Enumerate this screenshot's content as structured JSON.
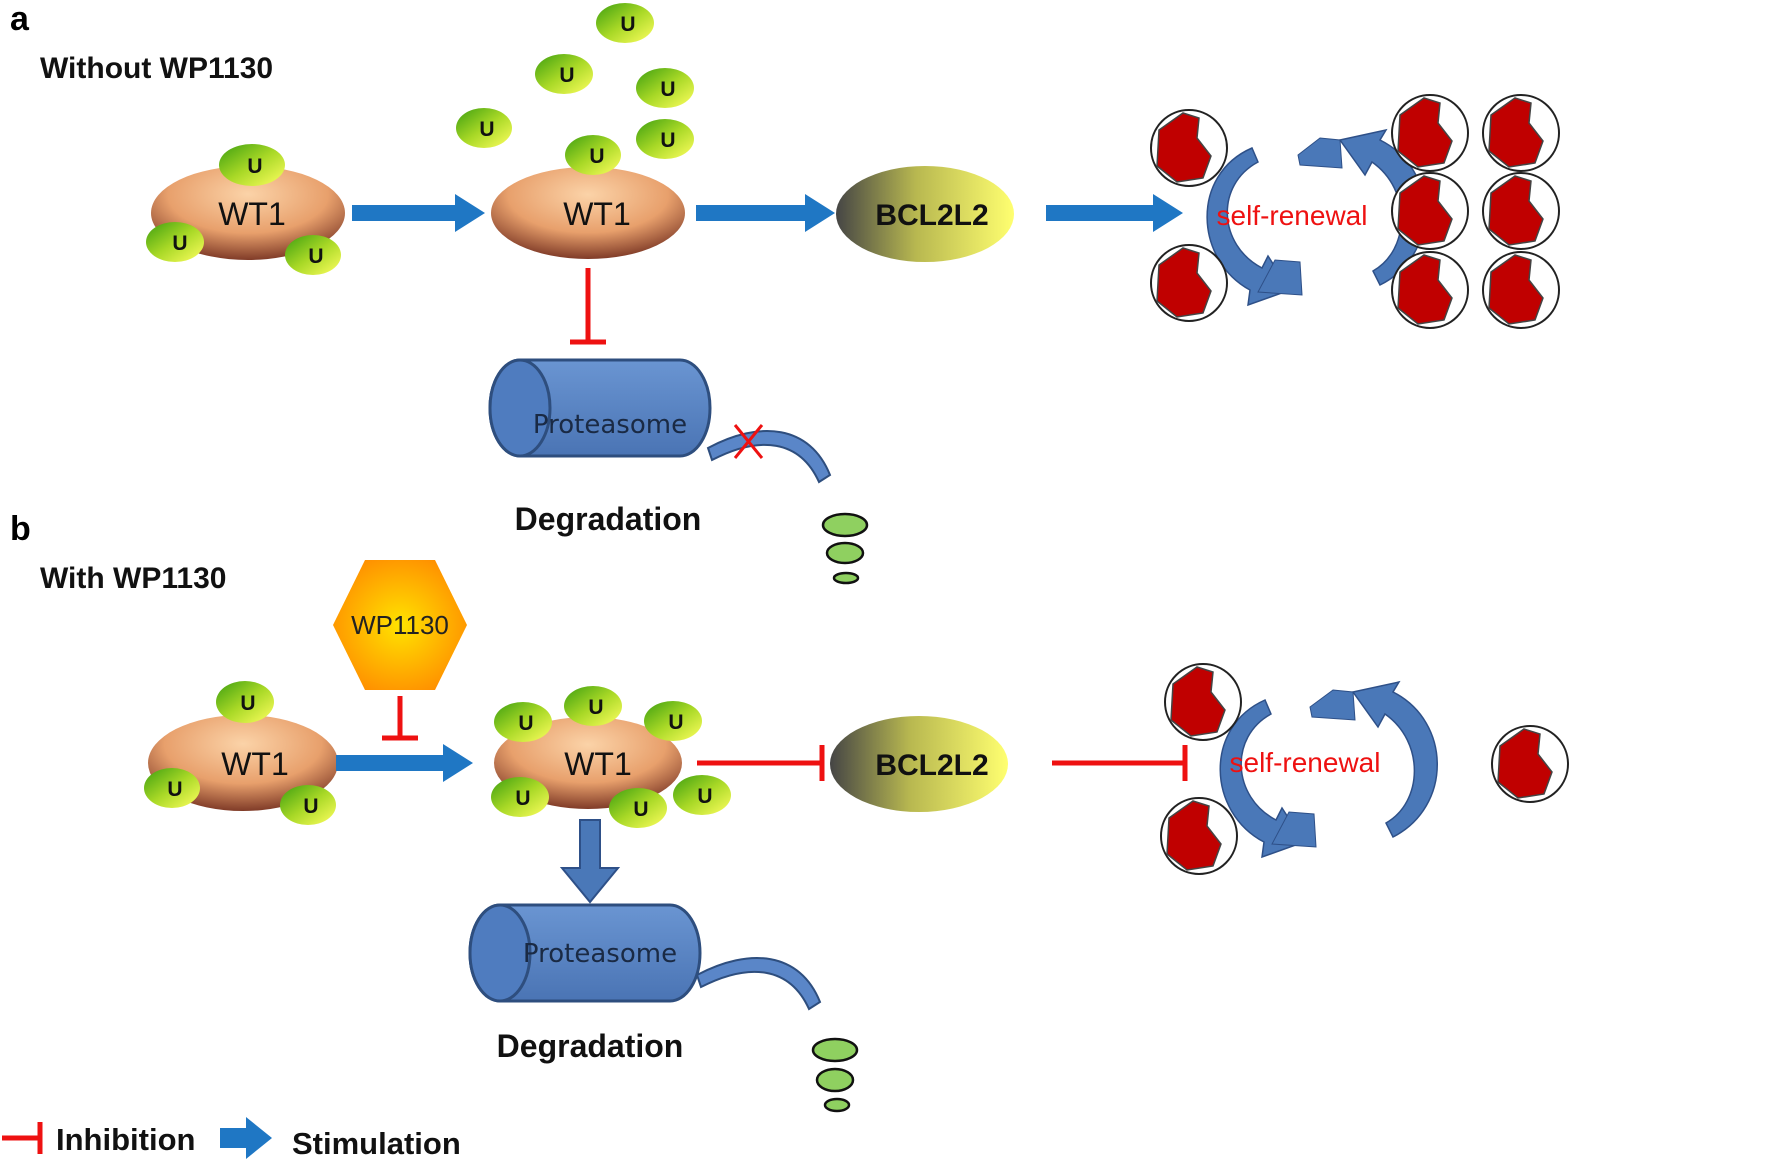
{
  "colors": {
    "stimulation_arrow": "#1f77c4",
    "inhibition_line": "#ee1111",
    "wt1_fill_light": "#f7c08e",
    "wt1_fill_dark": "#7a2e1e",
    "ubiquitin_light": "#f2f25a",
    "ubiquitin_dark": "#3aa012",
    "bcl2l2_light": "#ffff6a",
    "bcl2l2_dark": "#4a4a4a",
    "proteasome_fill": "#5a86c8",
    "proteasome_stroke": "#2e4e7e",
    "cycle_arrow": "#4a78b8",
    "cell_nucleus": "#c00000",
    "fragment_fill": "#8fd060",
    "drug_light": "#ffe000",
    "drug_dark": "#ff8c00"
  },
  "panel_a": {
    "letter": "a",
    "title": "Without WP1130",
    "protein_label": "WT1",
    "ubiquitin_label": "U",
    "target_label": "BCL2L2",
    "process_label": "self-renewal",
    "proteasome_label": "Proteasome",
    "degradation_label": "Degradation"
  },
  "panel_b": {
    "letter": "b",
    "title": "With WP1130",
    "drug_label": "WP1130",
    "protein_label": "WT1",
    "ubiquitin_label": "U",
    "target_label": "BCL2L2",
    "process_label": "self-renewal",
    "proteasome_label": "Proteasome",
    "degradation_label": "Degradation"
  },
  "legend": {
    "inhibition_label": "Inhibition",
    "stimulation_label": "Stimulation"
  }
}
